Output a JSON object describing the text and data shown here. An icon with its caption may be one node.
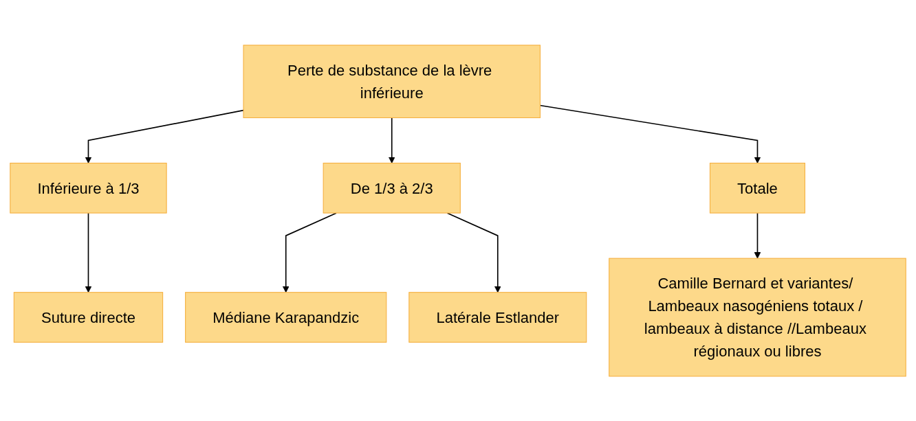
{
  "diagram": {
    "nodes": [
      {
        "text": [
          "Perte de substance de la lèvre inférieure"
        ]
      },
      {
        "text": [
          "Inférieure à 1/3"
        ]
      },
      {
        "text": [
          "De 1/3 à 2/3"
        ]
      },
      {
        "text": [
          "Totale"
        ]
      },
      {
        "text": [
          "Suture directe"
        ]
      },
      {
        "text": [
          "Médiane Karapandzic"
        ]
      },
      {
        "text": [
          "Latérale Estlander"
        ]
      },
      {
        "text": [
          "Camille Bernard et variantes/ Lambeaux nasogéniens totaux / lambeaux à distance //Lambeaux régionaux ou libres"
        ]
      }
    ],
    "edges": [
      {
        "from": 0,
        "to": 1,
        "arrow": "to"
      },
      {
        "from": 0,
        "to": 2,
        "arrow": "to"
      },
      {
        "from": 0,
        "to": 3,
        "arrow": "to"
      },
      {
        "from": 1,
        "to": 4,
        "arrow": "to"
      },
      {
        "from": 2,
        "to": 5,
        "arrow": "to"
      },
      {
        "from": 2,
        "to": 6,
        "arrow": "to"
      },
      {
        "from": 3,
        "to": 7,
        "arrow": "to"
      }
    ]
  }
}
